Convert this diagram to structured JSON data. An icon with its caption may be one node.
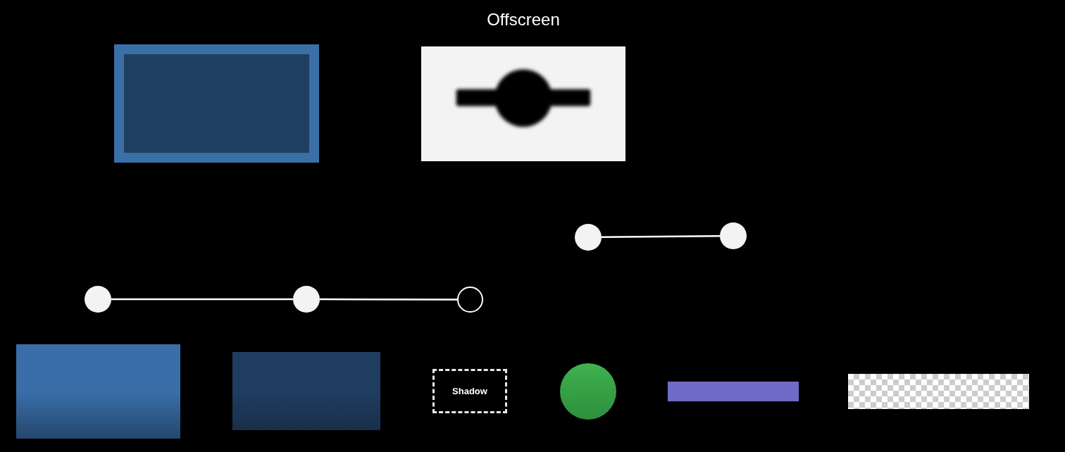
{
  "diagram": {
    "nodes": [
      {
        "text": [],
        "shape": "box"
      },
      {
        "text": [
          "Offscreen"
        ]
      },
      {
        "text": [],
        "shape": "circle"
      },
      {
        "text": [],
        "shape": "circle"
      },
      {
        "text": [],
        "shape": "circle"
      },
      {
        "text": [],
        "shape": "circle"
      },
      {
        "text": [],
        "shape": "circle"
      },
      {
        "text": [],
        "shape": "box"
      },
      {
        "text": [],
        "shape": "box"
      },
      {
        "text": [
          "Shadow"
        ]
      },
      {
        "text": [],
        "shape": "circle"
      },
      {
        "text": [],
        "shape": "bar"
      },
      {
        "text": [],
        "shape": "box"
      }
    ],
    "edges": [
      {
        "from": 2,
        "to": 3,
        "arrow": "none"
      },
      {
        "from": 4,
        "to": 5,
        "arrow": "none"
      },
      {
        "from": 5,
        "to": 6,
        "arrow": "none"
      }
    ]
  }
}
